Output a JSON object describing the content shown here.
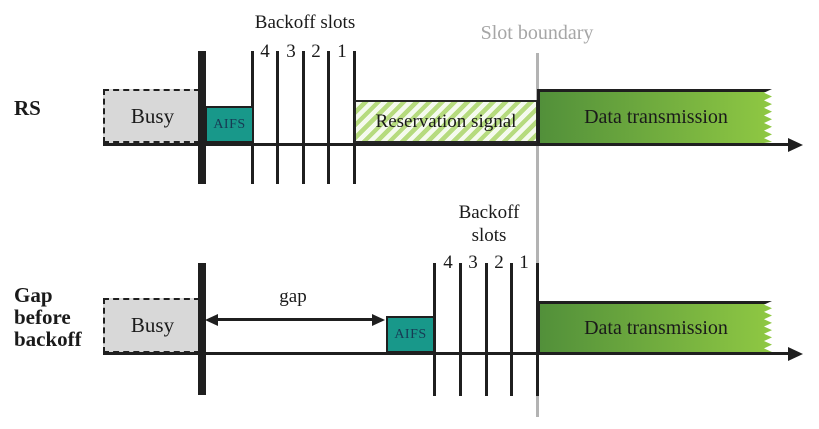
{
  "figure": {
    "slot_boundary_label": "Slot boundary",
    "backoff_slots_label": "Backoff slots",
    "slot_numbers": [
      "4",
      "3",
      "2",
      "1"
    ],
    "busy_label": "Busy",
    "aifs_label": "AIFS",
    "data_transmission_label": "Data transmission",
    "rows": {
      "rs": {
        "label": "RS",
        "reservation_label": "Reservation signal"
      },
      "gap": {
        "label": "Gap before backoff",
        "gap_label": "gap"
      }
    },
    "colors": {
      "aifs_teal": "#18988a",
      "busy_gray": "#d8d8d8",
      "data_green_dark": "#52903a",
      "data_green_light": "#8fc843",
      "reservation_stripe_green": "#b6db7e",
      "reservation_stripe_light": "#f5faee",
      "line_black": "#1f1f1f",
      "slot_boundary_gray": "#b3b3b3",
      "slot_boundary_text_gray": "#a6a6a6"
    }
  }
}
